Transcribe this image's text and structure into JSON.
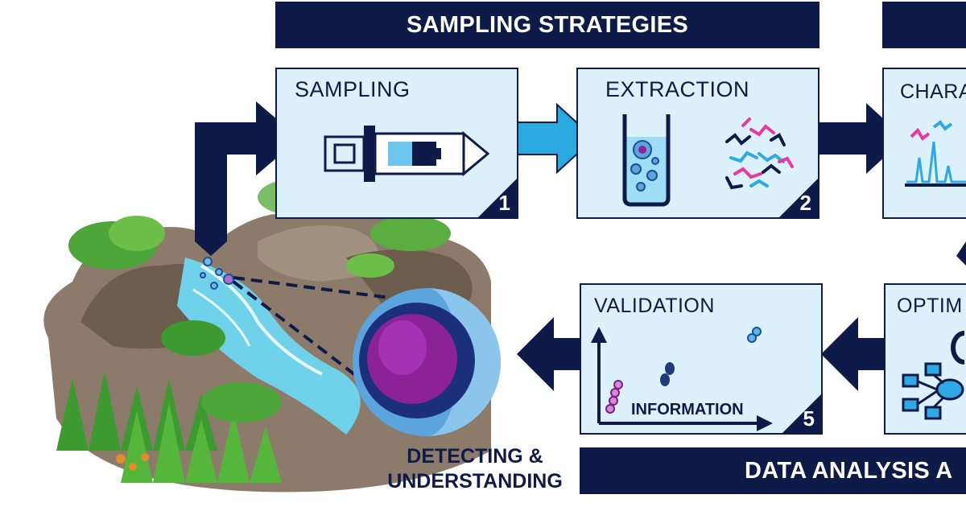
{
  "banners": {
    "top": "SAMPLING STRATEGIES",
    "bottom": "DATA ANALYSIS A"
  },
  "steps": [
    {
      "title": "SAMPLING",
      "number": "1"
    },
    {
      "title": "EXTRACTION",
      "number": "2"
    },
    {
      "title": "CHARA"
    },
    {
      "title": "VALIDATION",
      "number": "5"
    },
    {
      "title": "OPTIM"
    }
  ],
  "validation_axis_label": "INFORMATION",
  "caption": {
    "line1": "DETECTING &",
    "line2": "UNDERSTANDING"
  },
  "colors": {
    "navy": "#0e1a48",
    "box_fill": "#dcf1fb",
    "light_arrow": "#29a9e0",
    "magenta": "#e6389e",
    "purple": "#7a1e8c"
  }
}
